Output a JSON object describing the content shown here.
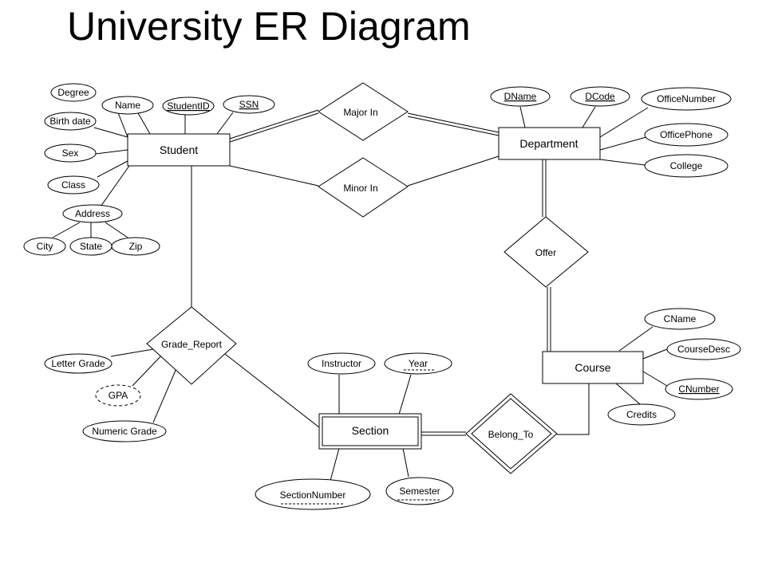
{
  "title": "University ER Diagram",
  "entities": {
    "student": "Student",
    "department": "Department",
    "course": "Course",
    "section": "Section"
  },
  "relationships": {
    "major_in": "Major In",
    "minor_in": "Minor In",
    "offer": "Offer",
    "grade_report": "Grade_Report",
    "belong_to": "Belong_To"
  },
  "attributes": {
    "degree": "Degree",
    "name": "Name",
    "student_id": "StudentID",
    "ssn": "SSN",
    "birth_date": "Birth date",
    "sex": "Sex",
    "class": "Class",
    "address": "Address",
    "city": "City",
    "state": "State",
    "zip": "Zip",
    "dname": "DName",
    "dcode": "DCode",
    "office_number": "OfficeNumber",
    "office_phone": "OfficePhone",
    "college": "College",
    "cname": "CName",
    "course_desc": "CourseDesc",
    "cnumber": "CNumber",
    "credits": "Credits",
    "letter_grade": "Letter Grade",
    "gpa": "GPA",
    "numeric_grade": "Numeric Grade",
    "instructor": "Instructor",
    "year": "Year",
    "section_number": "SectionNumber",
    "semester": "Semester"
  }
}
